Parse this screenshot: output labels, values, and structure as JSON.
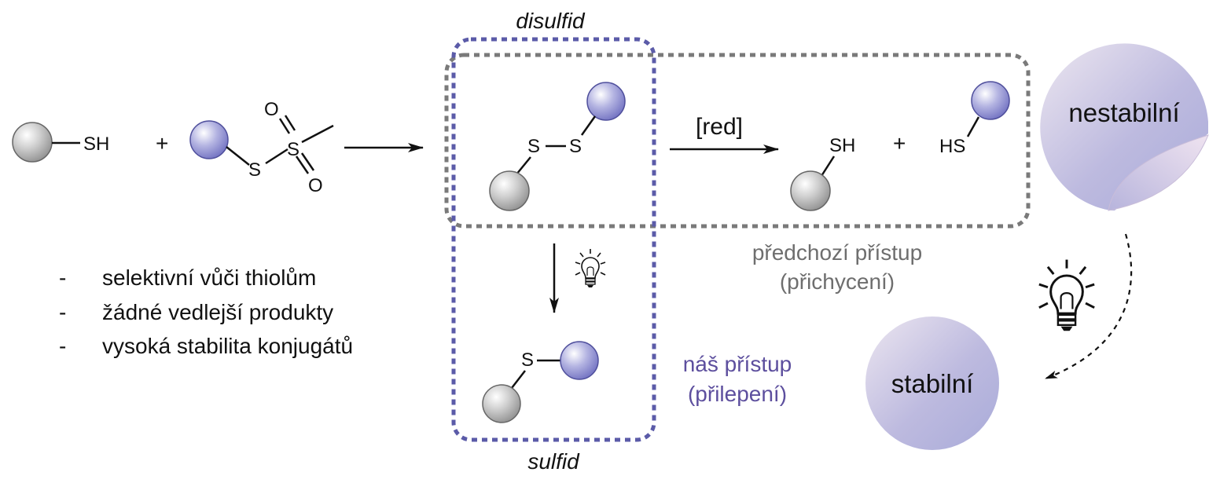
{
  "reagents": {
    "thiol_label": "SH",
    "plus1": "+",
    "thiosulfonate": {
      "s1": "S",
      "s2": "S",
      "o_top": "O",
      "o_bottom": "O"
    }
  },
  "disulfide": {
    "title": "disulfid",
    "s_left": "S",
    "s_right": "S"
  },
  "reduction": {
    "reagent": "[red]",
    "sh_label": "SH",
    "plus": "+",
    "hs_label": "HS"
  },
  "previous_approach": {
    "line1": "předchozí přístup",
    "line2": "(přichycení)"
  },
  "our_approach": {
    "line1": "náš přístup",
    "line2": "(přilepení)"
  },
  "sulfide": {
    "title": "sulfid",
    "s_label": "S"
  },
  "stability": {
    "unstable": "nestabilní",
    "stable": "stabilní"
  },
  "bullets": [
    {
      "dash": "-",
      "text": "selektivní vůči thiolům"
    },
    {
      "dash": "-",
      "text": "žádné vedlejší produkty"
    },
    {
      "dash": "-",
      "text": "vysoká stabilita konjugátů"
    }
  ],
  "colors": {
    "gray_box": "#7a7a7a",
    "purple_box": "#5b5ba8",
    "previous_text": "#6e6e6e",
    "our_text": "#5d4f9e"
  },
  "icons": [
    "lightbulb-icon",
    "lightbulb-icon"
  ]
}
